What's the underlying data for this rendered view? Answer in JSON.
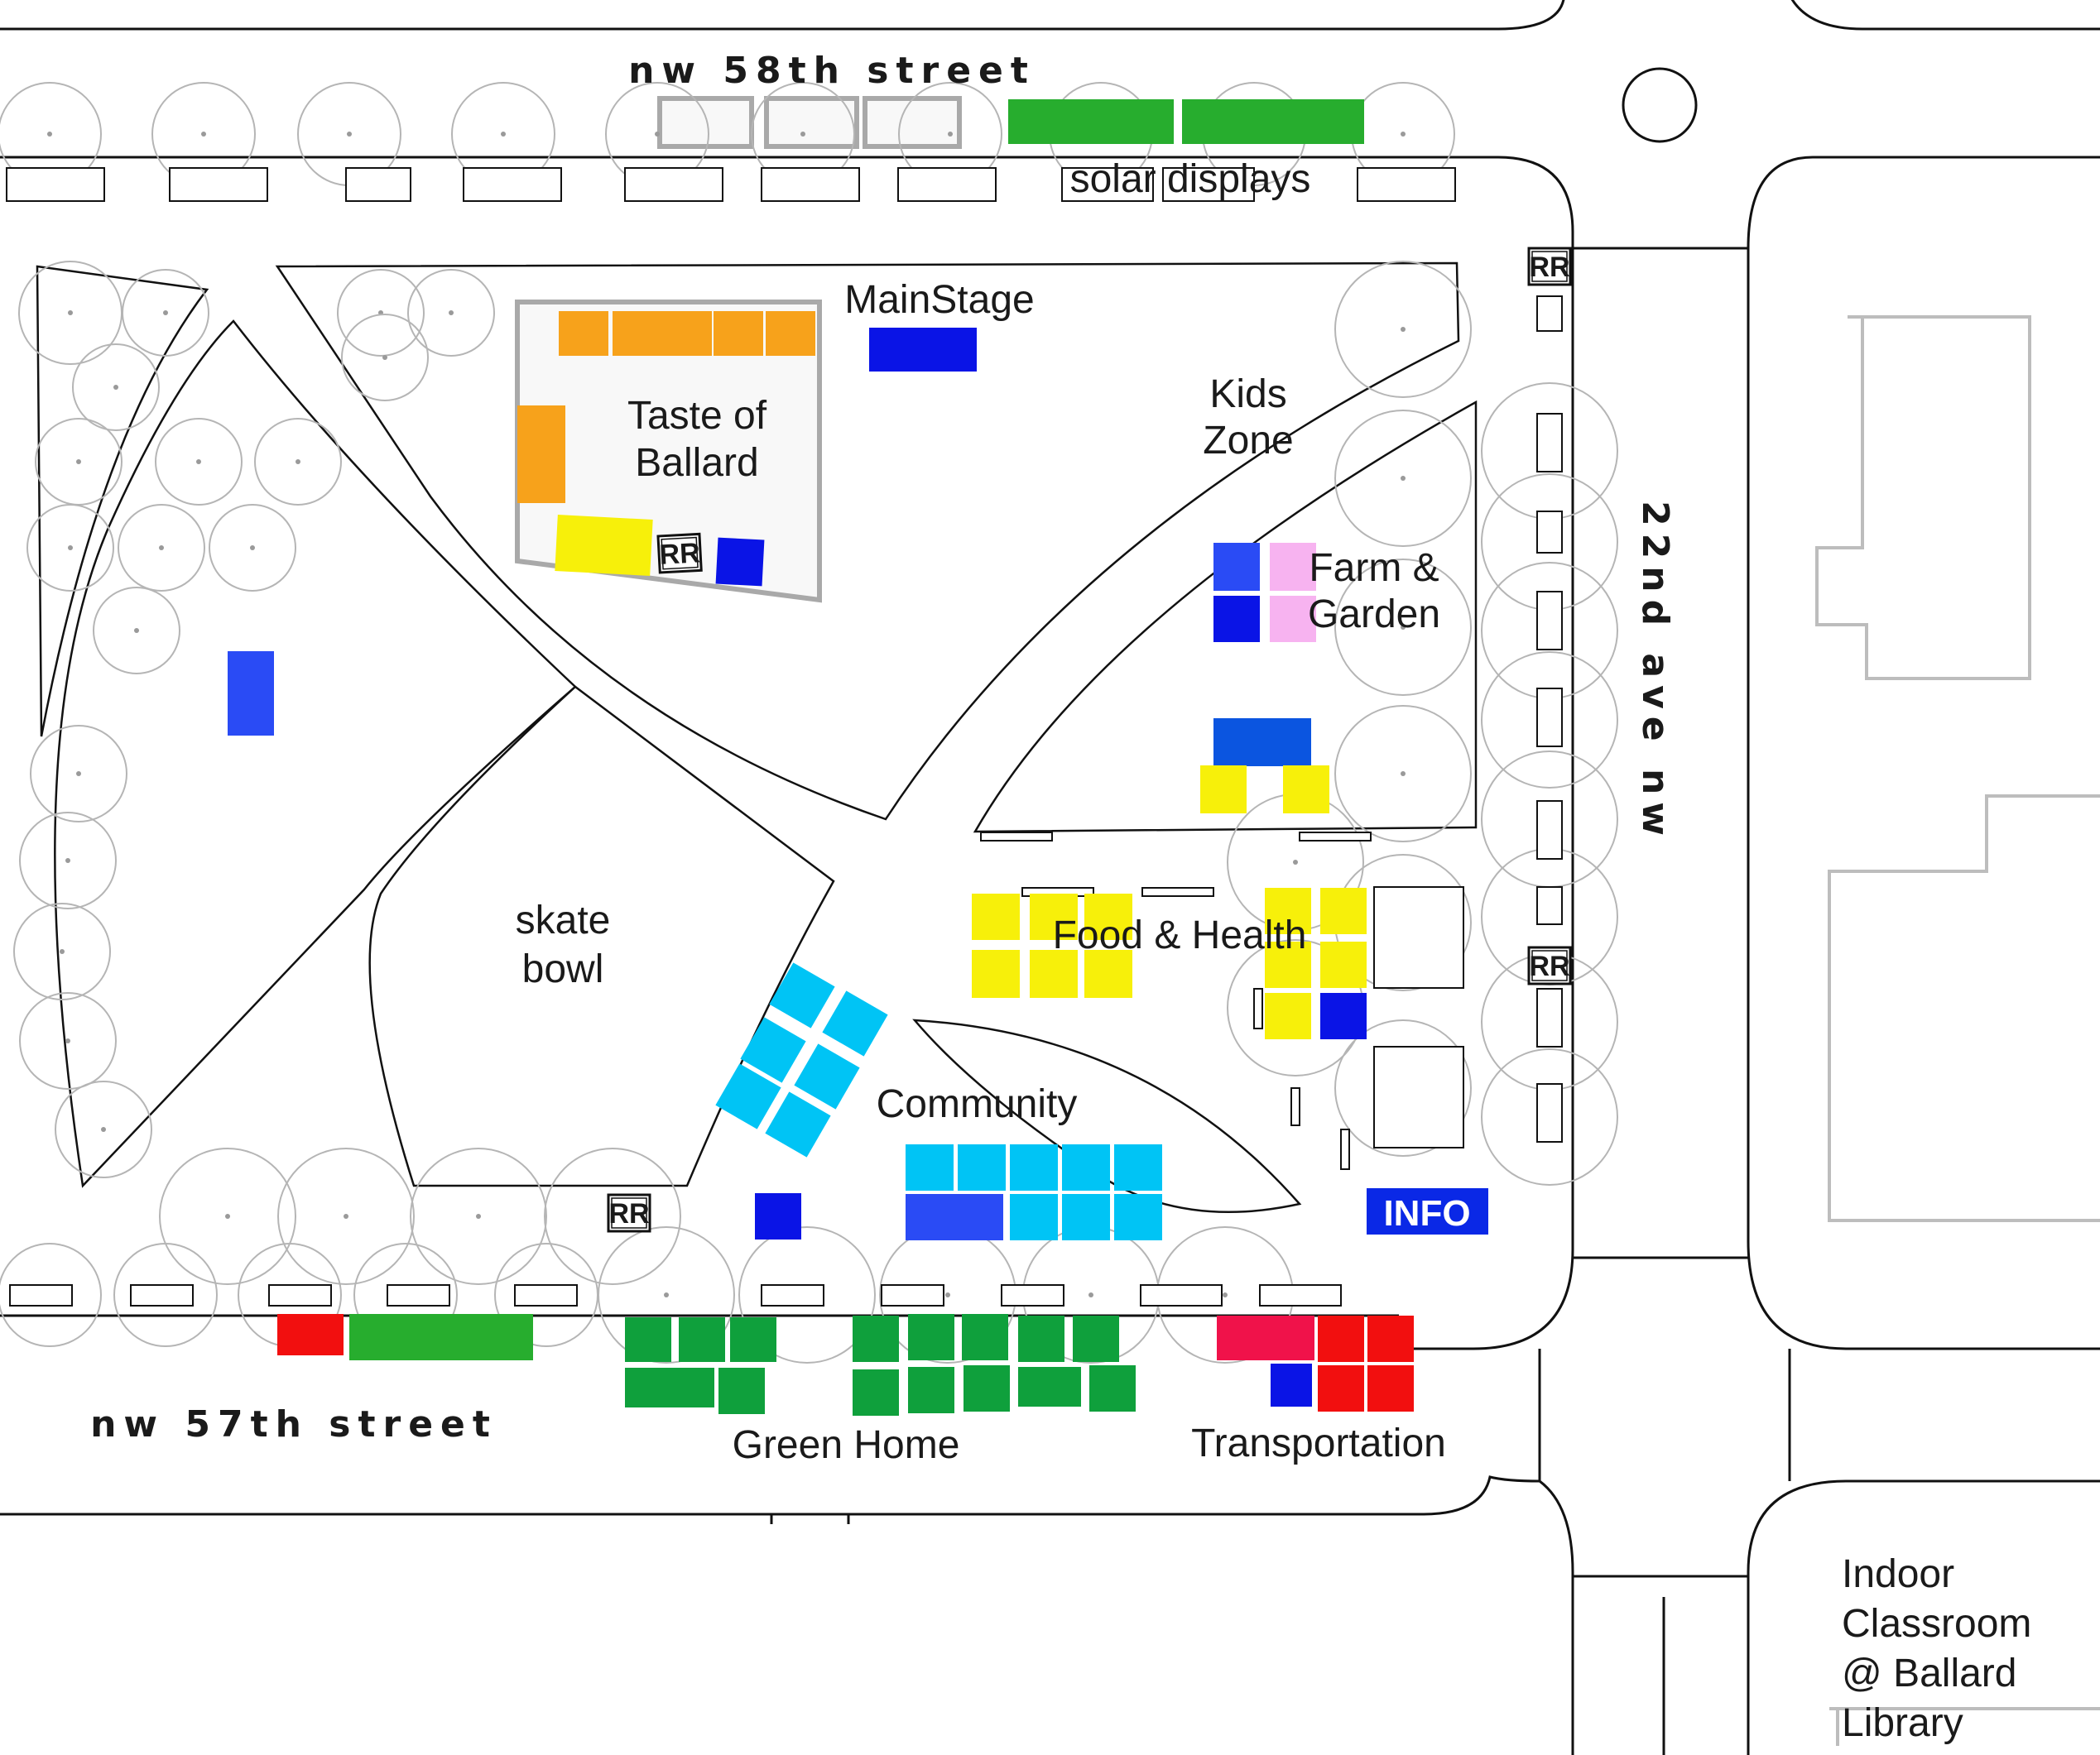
{
  "colors": {
    "orange": "#F7A21B",
    "yellow": "#F7F00A",
    "blue": "#0A14E6",
    "royal_blue": "#2A4BF5",
    "mid_blue": "#0B55E0",
    "cyan": "#00C4F5",
    "green_dark": "#0FA03C",
    "green": "#27AD2E",
    "red": "#F20F0F",
    "crimson": "#F0124A",
    "pink": "#F7B3F0",
    "info_blue": "#0A28E6",
    "tent_gray": "#aaaaaa"
  },
  "streets": {
    "north": "nw 58th street",
    "south": "nw 57th street",
    "east": "22nd ave nw"
  },
  "areas": {
    "main_stage": "MainStage",
    "taste_line1": "Taste of",
    "taste_line2": "Ballard",
    "kids_line1": "Kids",
    "kids_line2": "Zone",
    "farm_line1": "Farm &",
    "farm_line2": "Garden",
    "skate_line1": "skate",
    "skate_line2": "bowl",
    "food_health": "Food & Health",
    "community": "Community",
    "green_home": "Green Home",
    "transportation": "Transportation",
    "solar_displays": "solar displays"
  },
  "library": {
    "line1": "Indoor",
    "line2": "Classroom",
    "line3": "@ Ballard",
    "line4": "Library"
  },
  "markers": {
    "restroom": "RR",
    "info": "INFO"
  }
}
